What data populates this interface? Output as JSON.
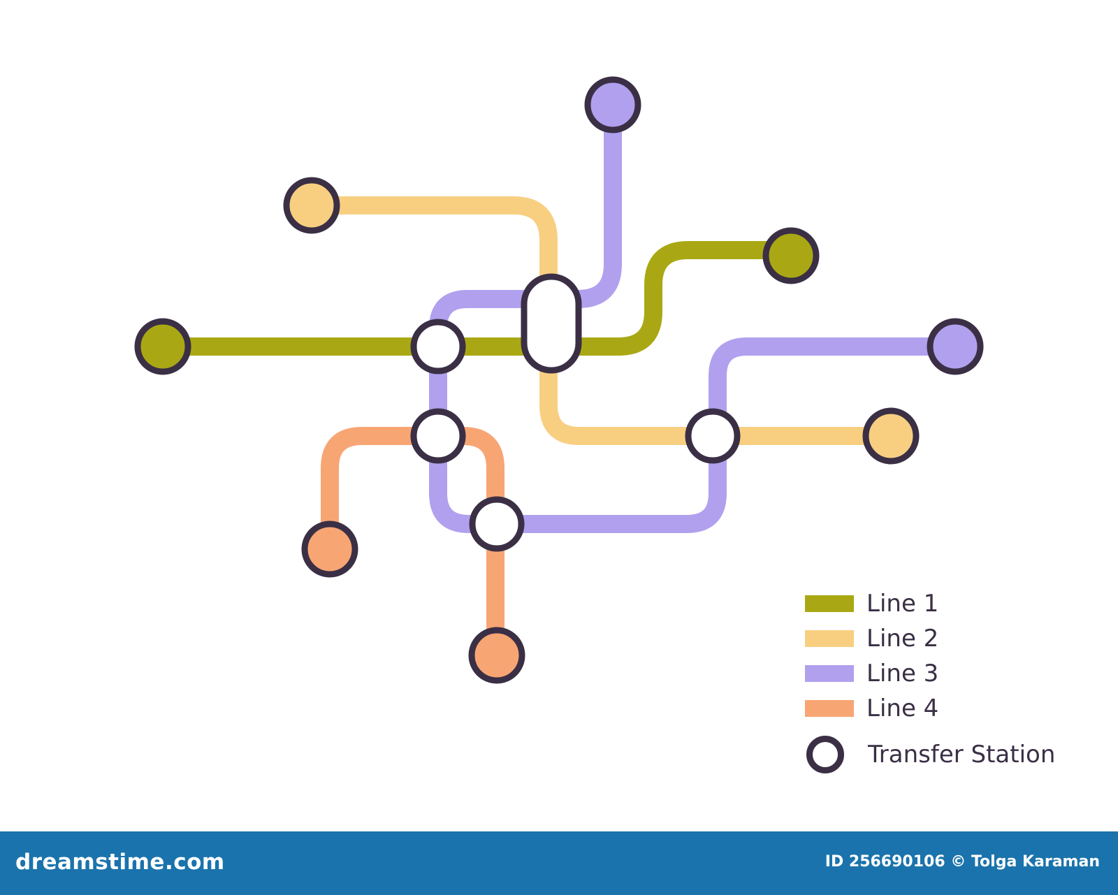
{
  "colors": {
    "line_1": "#a9a814",
    "line_2": "#f8cf81",
    "line_3": "#b1a0ee",
    "line_4": "#f8a574",
    "outline": "#3a2f45",
    "transfer_fill": "#ffffff",
    "footer_background": "#1a73ac",
    "footer_text": "#ffffff"
  },
  "legend": {
    "items": [
      {
        "label": "Line 1",
        "color": "#a9a814"
      },
      {
        "label": "Line 2",
        "color": "#f8cf81"
      },
      {
        "label": "Line 3",
        "color": "#b1a0ee"
      },
      {
        "label": "Line 4",
        "color": "#f8a574"
      }
    ],
    "transfer_label": "Transfer Station"
  },
  "footer": {
    "brand": "dreamstime.com",
    "credit": "ID 256690106 © Tolga Karaman"
  }
}
